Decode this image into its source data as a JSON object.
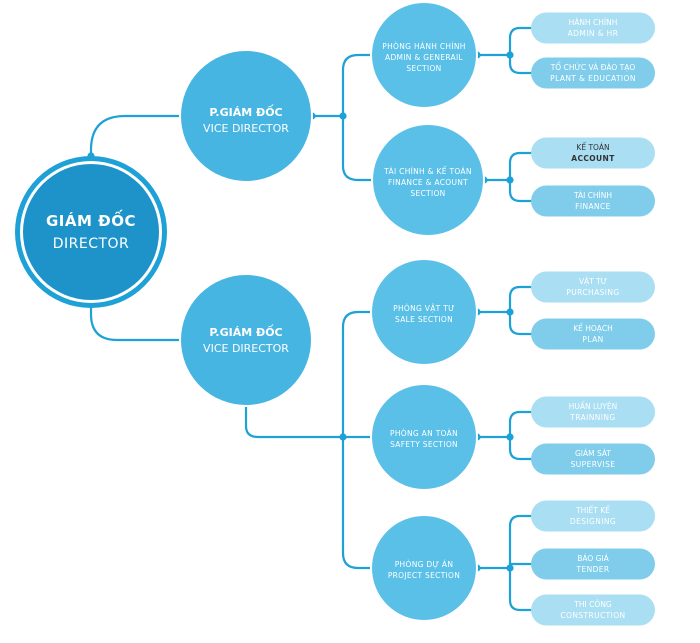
{
  "colors": {
    "connector": "#1da1d6",
    "director_fill": "#1d93c9",
    "director_ring": "#ffffff",
    "director_outer": "#1da1d6",
    "vp_fill": "#47b5e2",
    "dept_fill": "#5ac0e8",
    "leaf_fill_light": "#a9def3",
    "leaf_fill_mid": "#7fcdeb"
  },
  "director": {
    "vi": "GIÁM ĐỐC",
    "en": "DIRECTOR"
  },
  "vp_top": {
    "vi": "P.GIÁM ĐỐC",
    "en": "VICE DIRECTOR"
  },
  "vp_bottom": {
    "vi": "P.GIÁM ĐỐC",
    "en": "VICE DIRECTOR"
  },
  "departments": [
    {
      "line1": "PHÒNG HÀNH CHÍNH",
      "line2": "ADMIN & GENERAIL",
      "line3": "SECTION",
      "units": [
        {
          "vi": "HÀNH CHÍNH",
          "en": "ADMIN & HR"
        },
        {
          "vi": "TỔ CHỨC VÀ ĐÀO TẠO",
          "en": "PLANT & EDUCATION"
        }
      ]
    },
    {
      "line1": "TÀI CHÍNH & KẾ TOÁN",
      "line2": "FINANCE & ACOUNT",
      "line3": "SECTION",
      "units": [
        {
          "vi": "KẾ TOÁN",
          "en": "ACCOUNT"
        },
        {
          "vi": "TÀI CHÍNH",
          "en": "FINANCE"
        }
      ]
    },
    {
      "line1": "PHÒNG VẬT TƯ",
      "line2": "SALE  SECTION",
      "line3": "",
      "units": [
        {
          "vi": "VẬT TƯ",
          "en": "PURCHASING"
        },
        {
          "vi": "KẾ HOẠCH",
          "en": "PLAN"
        }
      ]
    },
    {
      "line1": "PHÒNG AN TOÀN",
      "line2": "SAFETY  SECTION",
      "line3": "",
      "units": [
        {
          "vi": "HUẤN LUYỆN",
          "en": "TRAINNING"
        },
        {
          "vi": "GIÁM SÁT",
          "en": "SUPERVISE"
        }
      ]
    },
    {
      "line1": "PHÒNG DỰ ÁN",
      "line2": "PROJECT SECTION",
      "line3": "",
      "units": [
        {
          "vi": "THIẾT KẾ",
          "en": "DESIGNING"
        },
        {
          "vi": "BÁO GIÁ",
          "en": "TENDER"
        },
        {
          "vi": "THI CÔNG",
          "en": "CONSTRUCTION"
        }
      ]
    }
  ]
}
